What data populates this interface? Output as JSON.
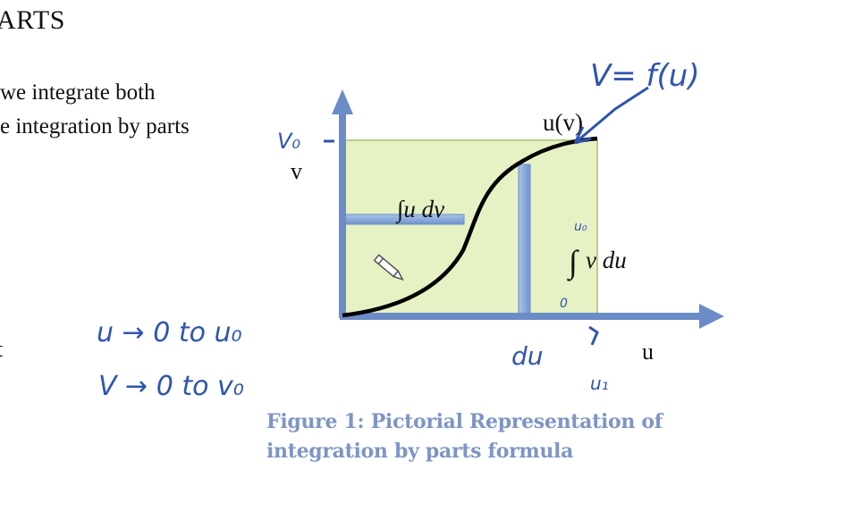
{
  "document": {
    "heading": "ARTS",
    "line1": "we integrate both",
    "line2": "e integration by parts",
    "stray": "t",
    "caption_line1": "Figure 1: Pictorial Representation of",
    "caption_line2": "integration by parts formula"
  },
  "figure": {
    "axis_x_label": "u",
    "axis_y_label": "v",
    "curve_label": "u(v)",
    "integral_udv": "∫u dv",
    "integral_vdu_sign": "∫",
    "integral_vdu_text": "v du",
    "colors": {
      "axis": "#6b8cc6",
      "fill": "#e6f2c4",
      "fill_border": "#b9cf8a",
      "strip": "#8fb0dc",
      "curve": "#000000",
      "ink": "#2f55b0",
      "caption": "#7e95c4"
    }
  },
  "annotations": {
    "v_equals": "V= f(u)",
    "v0_mark": "V₀",
    "du_mark": "du",
    "upper_limit": "u₀",
    "lower_limit": "0",
    "u1_mark": "u₁",
    "u_range": "u → 0 to u₀",
    "v_range": "V → 0 to v₀"
  },
  "icons": {
    "cursor": "pencil-icon"
  }
}
